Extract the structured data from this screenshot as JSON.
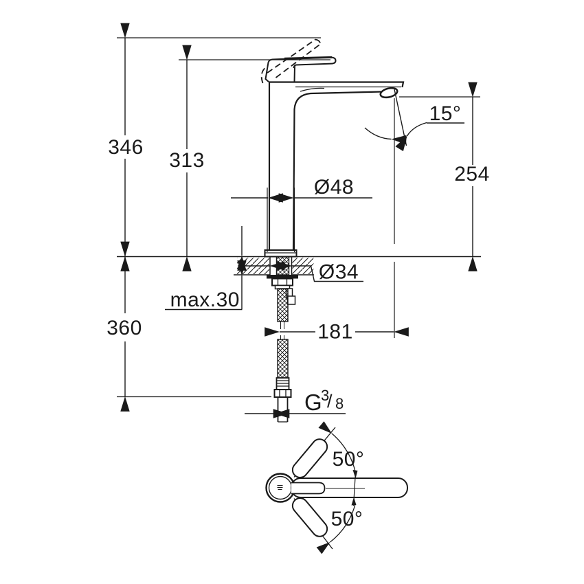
{
  "colors": {
    "ink": "#1a1a1a",
    "background": "#ffffff"
  },
  "front_view": {
    "overall_height": "346",
    "height_to_handle": "313",
    "spout_angle": "15°",
    "spout_height": "254",
    "body_diameter": "Ø48",
    "mounting_hole_diameter": "Ø34",
    "max_deck_thickness": "max.30",
    "height_below_deck": "360",
    "spout_projection": "181",
    "connection_thread": {
      "prefix": "G",
      "numerator": "3",
      "slash": "/",
      "denominator": "8"
    }
  },
  "top_view": {
    "handle_swing_up": "50°",
    "handle_swing_down": "50°"
  }
}
